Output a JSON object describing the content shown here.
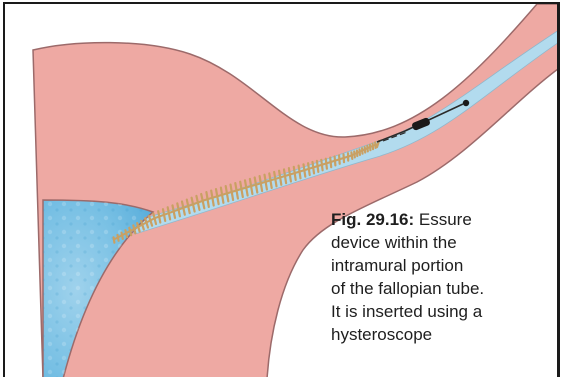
{
  "figure": {
    "label": "Fig. 29.16:",
    "caption_lines": [
      "Essure",
      "device within the",
      "intramural portion",
      "of the fallopian tube.",
      "It is inserted using a",
      "hysteroscope"
    ]
  },
  "colors": {
    "tissue": "#eea9a3",
    "tissue_outline": "#9c6a6a",
    "lumen": "#b2dbee",
    "cavity": "#76bfe3",
    "coil": "#c9a063",
    "catheter": "#2b2b2b"
  }
}
